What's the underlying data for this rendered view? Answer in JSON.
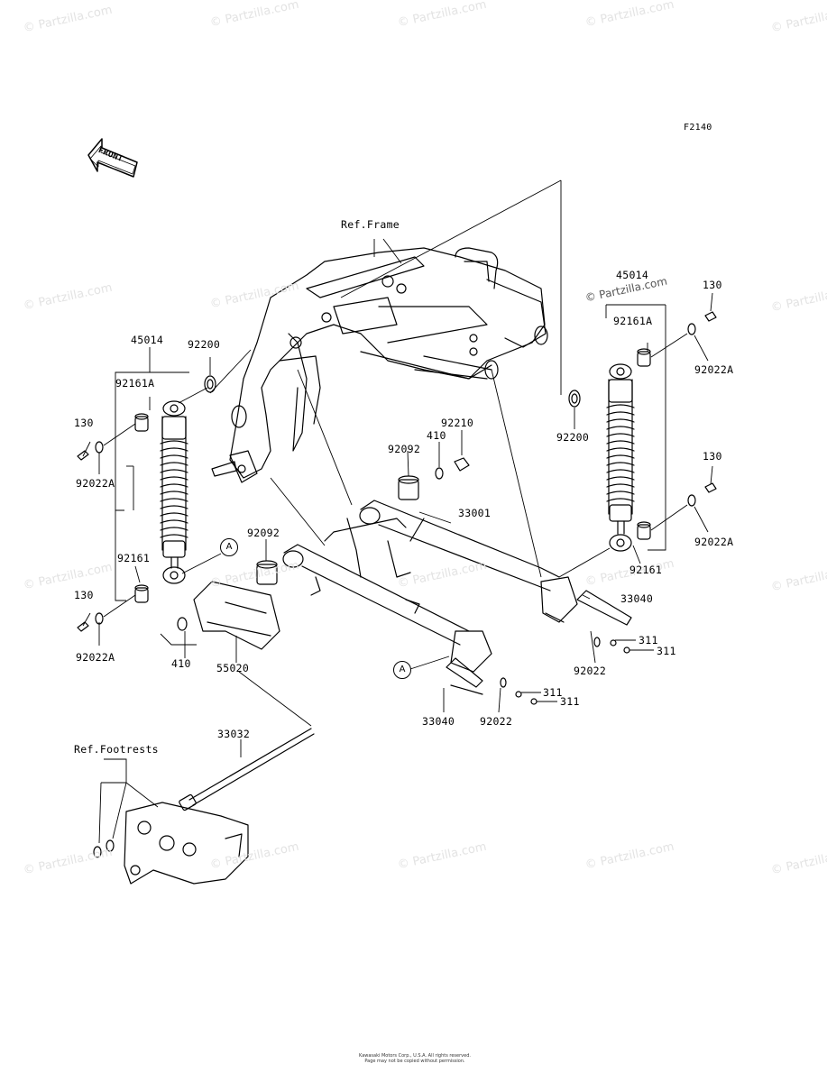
{
  "diagram": {
    "code": "F2140",
    "front_label": "FRONT",
    "ref_frame": "Ref.Frame",
    "ref_footrests": "Ref.Footrests",
    "circle_ref": "A",
    "parts": {
      "p45014_left": "45014",
      "p92161a_left": "92161A",
      "p130_left_top": "130",
      "p92022a_left_top": "92022A",
      "p92161_left": "92161",
      "p130_left_bot": "130",
      "p92022a_left_bot": "92022A",
      "p92200_left": "92200",
      "p92092_upper": "92092",
      "p410_upper": "410",
      "p92210": "92210",
      "p33001": "33001",
      "p92092_lower": "92092",
      "p410_lower": "410",
      "p55020": "55020",
      "p33032": "33032",
      "p33040_lower": "33040",
      "p92022_lower": "92022",
      "p311_a": "311",
      "p311_b": "311",
      "p33040_right": "33040",
      "p311_c": "311",
      "p311_d": "311",
      "p92022_right": "92022",
      "p45014_right": "45014",
      "p92161a_right": "92161A",
      "p130_right_top": "130",
      "p92022a_right_top": "92022A",
      "p92200_right": "92200",
      "p130_right_bot": "130",
      "p92022a_right_bot": "92022A",
      "p92161_right": "92161"
    }
  },
  "watermark": {
    "text": "© Partzilla.com"
  },
  "footer": {
    "line1": "Kawasaki Motors Corp., U.S.A. All rights reserved.",
    "line2": "Page may not be copied without permission."
  }
}
